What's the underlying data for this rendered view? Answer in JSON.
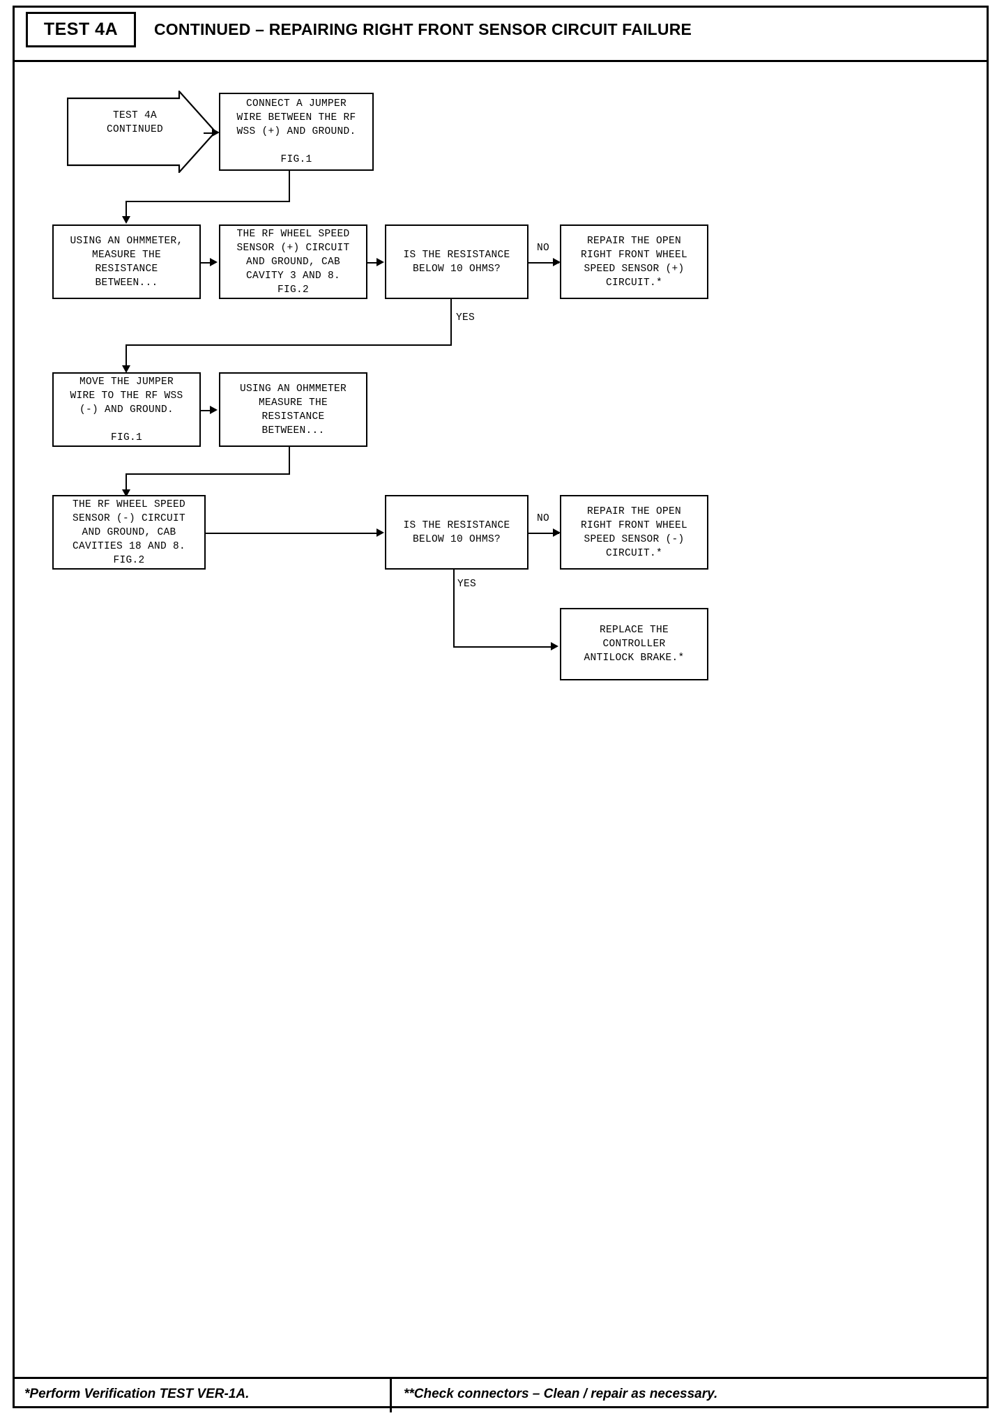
{
  "header": {
    "test_id": "TEST 4A",
    "title": "CONTINUED – REPAIRING RIGHT FRONT SENSOR CIRCUIT FAILURE"
  },
  "footer": {
    "left_note": "*Perform Verification TEST VER-1A.",
    "right_note": "**Check connectors – Clean / repair as necessary."
  },
  "flow": {
    "start_banner": "TEST 4A\nCONTINUED",
    "nodes": [
      {
        "id": "connect_jumper",
        "text": "CONNECT A JUMPER\nWIRE BETWEEN THE RF\nWSS (+) AND GROUND.\n\nFIG.1"
      },
      {
        "id": "ohm_measure_1",
        "text": "USING AN OHMMETER,\nMEASURE THE\nRESISTANCE\nBETWEEN..."
      },
      {
        "id": "rf_plus_circuit",
        "text": "THE RF WHEEL SPEED\nSENSOR (+) CIRCUIT\nAND GROUND, CAB\nCAVITY 3 AND 8.\nFIG.2"
      },
      {
        "id": "decision_1",
        "text": "IS THE RESISTANCE\nBELOW 10 OHMS?"
      },
      {
        "id": "repair_plus",
        "text": "REPAIR THE OPEN\nRIGHT FRONT WHEEL\nSPEED SENSOR (+)\nCIRCUIT.*"
      },
      {
        "id": "move_jumper",
        "text": "MOVE THE JUMPER\nWIRE TO THE RF WSS\n(-) AND GROUND.\n\nFIG.1"
      },
      {
        "id": "ohm_measure_2",
        "text": "USING AN OHMMETER\nMEASURE THE\nRESISTANCE\nBETWEEN..."
      },
      {
        "id": "rf_minus_circuit",
        "text": "THE RF WHEEL SPEED\nSENSOR (-) CIRCUIT\nAND GROUND, CAB\nCAVITIES 18 AND 8.\nFIG.2"
      },
      {
        "id": "decision_2",
        "text": "IS THE RESISTANCE\nBELOW 10 OHMS?"
      },
      {
        "id": "repair_minus",
        "text": "REPAIR THE OPEN\nRIGHT FRONT WHEEL\nSPEED SENSOR (-)\nCIRCUIT.*"
      },
      {
        "id": "replace_controller",
        "text": "REPLACE THE\nCONTROLLER\nANTILOCK BRAKE.*"
      }
    ],
    "edge_labels": {
      "no_1": "NO",
      "yes_1": "YES",
      "no_2": "NO",
      "yes_2": "YES"
    }
  }
}
